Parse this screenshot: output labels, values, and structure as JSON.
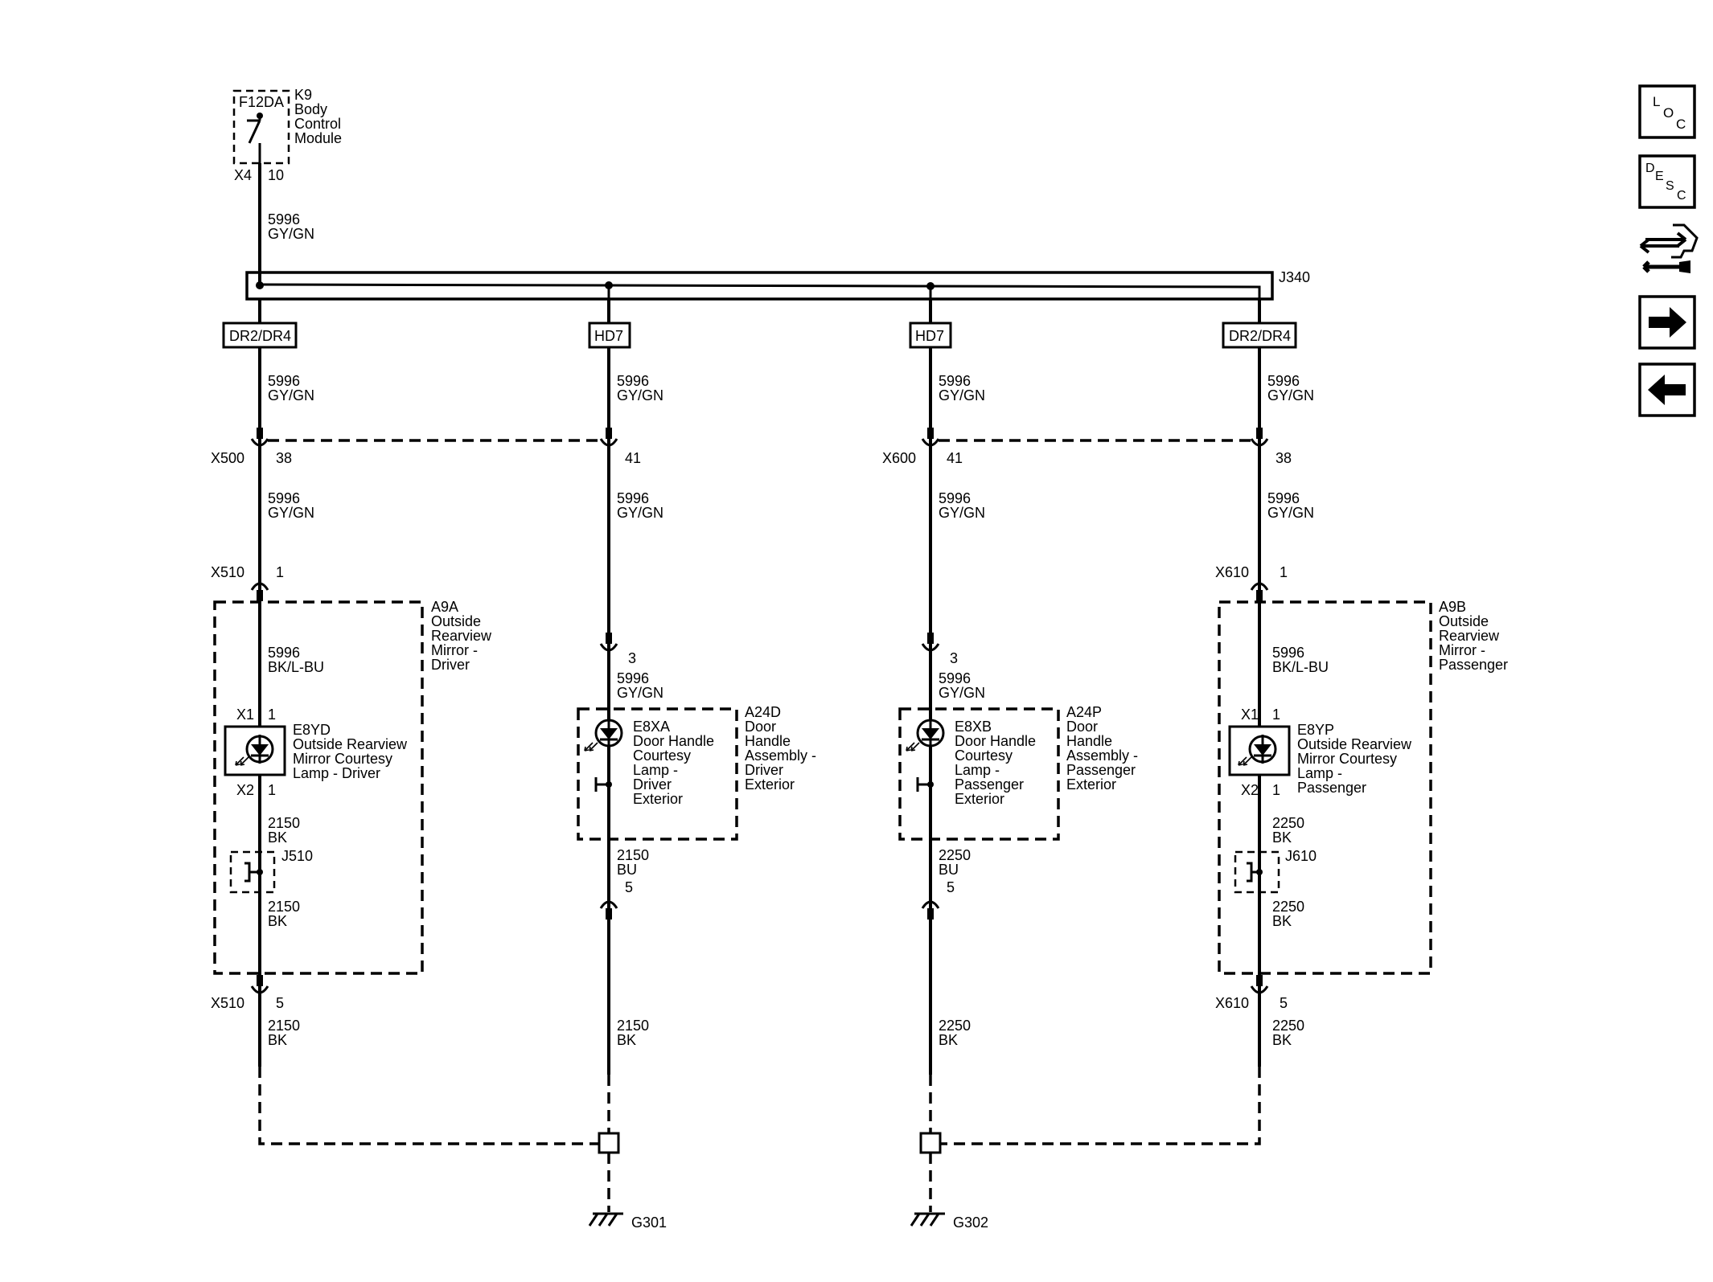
{
  "module": {
    "fuse": "F12DA",
    "ref": "K9",
    "name": [
      "Body",
      "Control",
      "Module"
    ],
    "conn": "X4",
    "pin": "10"
  },
  "wire_top": [
    "5996",
    "GY/GN"
  ],
  "splice": "J340",
  "harness_labels": [
    "DR2/DR4",
    "HD7",
    "HD7",
    "DR2/DR4"
  ],
  "wire_gygn": [
    "5996",
    "GY/GN"
  ],
  "inline": {
    "x500": "X500",
    "x500_pin1": "38",
    "x500_pin2": "41",
    "x600": "X600",
    "x600_pin1": "41",
    "x600_pin2": "38"
  },
  "mirror_driver": {
    "conn": "X510",
    "pin_in": "1",
    "ref": "A9A",
    "name": [
      "Outside",
      "Rearview",
      "Mirror -",
      "Driver"
    ],
    "wire_in": [
      "5996",
      "BK/L-BU"
    ],
    "lamp_x1": "X1",
    "lamp_x1_pin": "1",
    "lamp_x2": "X2",
    "lamp_x2_pin": "1",
    "lamp_ref": "E8YD",
    "lamp_name": [
      "Outside Rearview",
      "Mirror Courtesy",
      "Lamp - Driver"
    ],
    "wire_lamp": [
      "2150",
      "BK"
    ],
    "jsplice": "J510",
    "wire_after": [
      "2150",
      "BK"
    ],
    "pin_out": "5",
    "wire_out": [
      "2150",
      "BK"
    ]
  },
  "handle_driver": {
    "pin_in": "3",
    "wire_in": [
      "5996",
      "GY/GN"
    ],
    "lamp_ref": "E8XA",
    "lamp_name": [
      "Door Handle",
      "Courtesy",
      "Lamp -",
      "Driver",
      "Exterior"
    ],
    "ref": "A24D",
    "name": [
      "Door",
      "Handle",
      "Assembly -",
      "Driver",
      "Exterior"
    ],
    "wire_lamp": [
      "2150",
      "BU"
    ],
    "pin_out": "5",
    "wire_out": [
      "2150",
      "BK"
    ]
  },
  "handle_pass": {
    "pin_in": "3",
    "wire_in": [
      "5996",
      "GY/GN"
    ],
    "lamp_ref": "E8XB",
    "lamp_name": [
      "Door Handle",
      "Courtesy",
      "Lamp -",
      "Passenger",
      "Exterior"
    ],
    "ref": "A24P",
    "name": [
      "Door",
      "Handle",
      "Assembly -",
      "Passenger",
      "Exterior"
    ],
    "wire_lamp": [
      "2250",
      "BU"
    ],
    "pin_out": "5",
    "wire_out": [
      "2250",
      "BK"
    ]
  },
  "mirror_pass": {
    "conn": "X610",
    "pin_in": "1",
    "ref": "A9B",
    "name": [
      "Outside",
      "Rearview",
      "Mirror -",
      "Passenger"
    ],
    "wire_in": [
      "5996",
      "BK/L-BU"
    ],
    "lamp_x1": "X1",
    "lamp_x1_pin": "1",
    "lamp_x2": "X2",
    "lamp_x2_pin": "1",
    "lamp_ref": "E8YP",
    "lamp_name": [
      "Outside Rearview",
      "Mirror Courtesy",
      "Lamp -",
      "Passenger"
    ],
    "wire_lamp": [
      "2250",
      "BK"
    ],
    "jsplice": "J610",
    "wire_after": [
      "2250",
      "BK"
    ],
    "pin_out": "5",
    "wire_out": [
      "2250",
      "BK"
    ]
  },
  "grounds": {
    "g1": "G301",
    "g2": "G302"
  },
  "nav": {
    "loc": [
      "L",
      "O",
      "C"
    ],
    "desc": [
      "D",
      "E",
      "S",
      "C"
    ],
    "tools_icon": "connector-tool-icon",
    "next_icon": "arrow-right-icon",
    "prev_icon": "arrow-left-icon"
  }
}
